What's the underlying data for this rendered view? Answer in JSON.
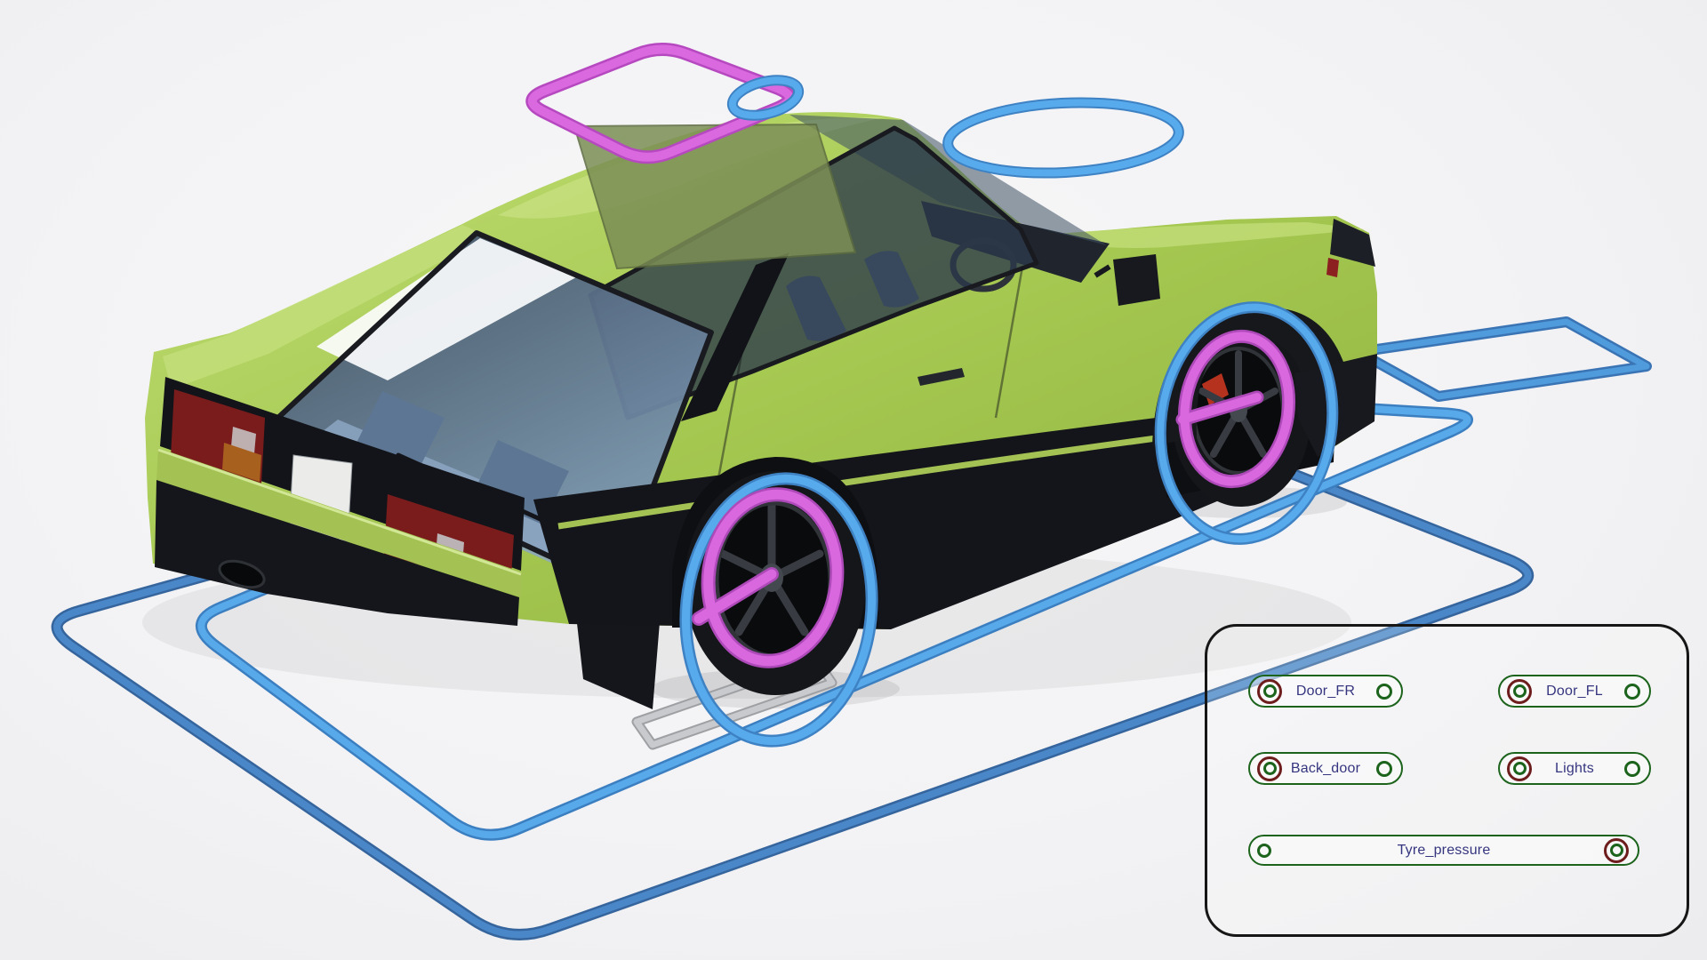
{
  "panel": {
    "buttons": [
      {
        "id": "door_fr",
        "label": "Door_FR",
        "indicator": "double-ring-left"
      },
      {
        "id": "door_fl",
        "label": "Door_FL",
        "indicator": "double-ring-left"
      },
      {
        "id": "back_door",
        "label": "Back_door",
        "indicator": "double-ring-left"
      },
      {
        "id": "lights",
        "label": "Lights",
        "indicator": "double-ring-left"
      },
      {
        "id": "tyre_pressure",
        "label": "Tyre_pressure",
        "indicator": "double-ring-right"
      }
    ],
    "colors": {
      "panel_border": "#161616",
      "button_border_green": "#1c631c",
      "indicator_maroon": "#6e1d1d",
      "label_text": "#35357f"
    }
  },
  "scene": {
    "colors": {
      "background": "#f4f4f5",
      "car_body_green": "#a6c952",
      "trim_black": "#15161a",
      "glass_blue": "#5c7492",
      "annotation_blue": "#57aaeb",
      "annotation_blue_dark": "#4a87c9",
      "annotation_magenta": "#da69df",
      "ground_outline_gray": "#bcbdc0"
    },
    "highlights": [
      {
        "name": "sunroof-outline",
        "color": "#da69df",
        "shape": "rounded-rectangle"
      },
      {
        "name": "roof-small-ring",
        "color": "#57aaeb",
        "shape": "ellipse"
      },
      {
        "name": "roof-large-ring",
        "color": "#57aaeb",
        "shape": "ellipse"
      },
      {
        "name": "rear-wheel-ring",
        "color": "#57aaeb",
        "shape": "ellipse"
      },
      {
        "name": "rear-rim-ring",
        "color": "#da69df",
        "shape": "ellipse"
      },
      {
        "name": "front-wheel-ring",
        "color": "#57aaeb",
        "shape": "ellipse"
      },
      {
        "name": "front-rim-ring",
        "color": "#da69df",
        "shape": "ellipse"
      },
      {
        "name": "ground-outline-outer",
        "color": "#4a87c9",
        "shape": "rounded-rectangle"
      },
      {
        "name": "ground-outline-inner",
        "color": "#57aaeb",
        "shape": "rounded-rectangle"
      },
      {
        "name": "side-panel-outline",
        "color": "#4f9bdc",
        "shape": "parallelogram"
      },
      {
        "name": "sill-outline-rear",
        "color": "#bcbdc0",
        "shape": "rounded-rectangle"
      },
      {
        "name": "sill-outline-front",
        "color": "#bcbdc0",
        "shape": "rounded-rectangle"
      }
    ]
  }
}
